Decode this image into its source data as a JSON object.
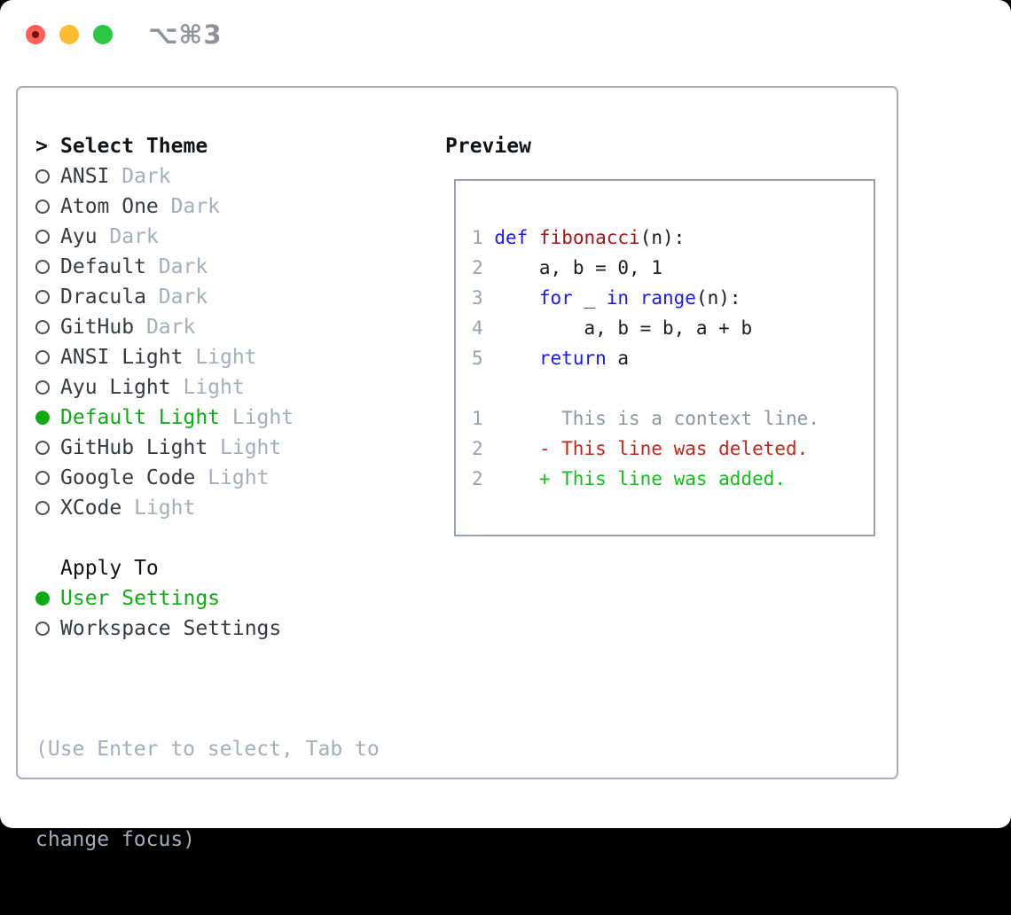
{
  "titlebar": {
    "shortcut": "⌥⌘3"
  },
  "theme_selector": {
    "cursor": ">",
    "title": "Select Theme",
    "items": [
      {
        "name": "ANSI",
        "variant": "Dark",
        "selected": false
      },
      {
        "name": "Atom One",
        "variant": "Dark",
        "selected": false
      },
      {
        "name": "Ayu",
        "variant": "Dark",
        "selected": false
      },
      {
        "name": "Default",
        "variant": "Dark",
        "selected": false
      },
      {
        "name": "Dracula",
        "variant": "Dark",
        "selected": false
      },
      {
        "name": "GitHub",
        "variant": "Dark",
        "selected": false
      },
      {
        "name": "ANSI Light",
        "variant": "Light",
        "selected": false
      },
      {
        "name": "Ayu Light",
        "variant": "Light",
        "selected": false
      },
      {
        "name": "Default Light",
        "variant": "Light",
        "selected": true
      },
      {
        "name": "GitHub Light",
        "variant": "Light",
        "selected": false
      },
      {
        "name": "Google Code",
        "variant": "Light",
        "selected": false
      },
      {
        "name": "XCode",
        "variant": "Light",
        "selected": false
      }
    ]
  },
  "apply_to": {
    "title": "Apply To",
    "options": [
      {
        "label": "User Settings",
        "selected": true
      },
      {
        "label": "Workspace Settings",
        "selected": false
      }
    ]
  },
  "help_text": {
    "line1": "(Use Enter to select, Tab to",
    "line2": "change focus)"
  },
  "preview": {
    "title": "Preview",
    "code_lines": [
      {
        "num": "1",
        "tokens": [
          {
            "t": "def",
            "c": "keyword"
          },
          {
            "t": " ",
            "c": "plain"
          },
          {
            "t": "fibonacci",
            "c": "function"
          },
          {
            "t": "(n):",
            "c": "plain"
          }
        ]
      },
      {
        "num": "2",
        "tokens": [
          {
            "t": "    a, b = 0, 1",
            "c": "plain"
          }
        ]
      },
      {
        "num": "3",
        "tokens": [
          {
            "t": "    ",
            "c": "plain"
          },
          {
            "t": "for",
            "c": "keyword"
          },
          {
            "t": " _ ",
            "c": "plain"
          },
          {
            "t": "in",
            "c": "keyword"
          },
          {
            "t": " ",
            "c": "plain"
          },
          {
            "t": "range",
            "c": "keyword"
          },
          {
            "t": "(n):",
            "c": "plain"
          }
        ]
      },
      {
        "num": "4",
        "tokens": [
          {
            "t": "        a, b = b, a + b",
            "c": "plain"
          }
        ]
      },
      {
        "num": "5",
        "tokens": [
          {
            "t": "    ",
            "c": "plain"
          },
          {
            "t": "return",
            "c": "keyword"
          },
          {
            "t": " a",
            "c": "plain"
          }
        ]
      }
    ],
    "diff_lines": [
      {
        "num": "1",
        "marker": " ",
        "text": "This is a context line.",
        "kind": "context"
      },
      {
        "num": "2",
        "marker": "-",
        "text": "This line was deleted.",
        "kind": "deleted"
      },
      {
        "num": "2",
        "marker": "+",
        "text": "This line was added.",
        "kind": "added"
      }
    ]
  },
  "colors": {
    "accent_green": "#0fab14",
    "keyword_blue": "#1b1ae8",
    "function_red": "#a81414",
    "deleted_red": "#c3271b",
    "added_green": "#13bd1d",
    "muted_gray": "#a5adb8",
    "traffic_red": "#ff5f57",
    "traffic_yellow": "#febc2e",
    "traffic_green": "#28c840"
  }
}
